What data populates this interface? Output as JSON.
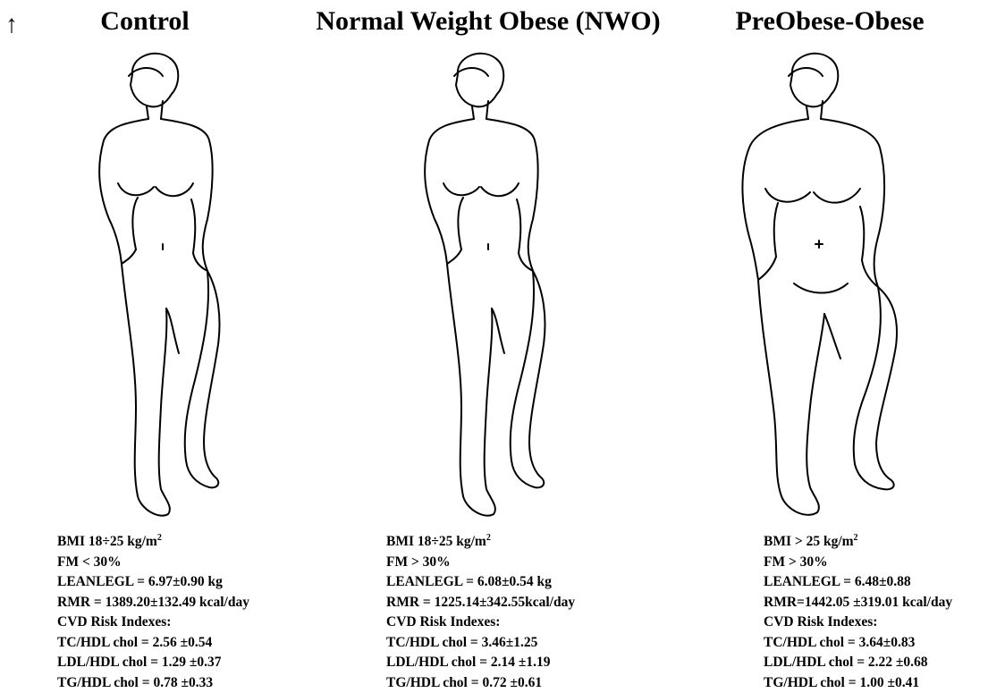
{
  "arrow_glyph": "↑",
  "panels": [
    {
      "title": "Control",
      "stats": {
        "bmi": "BMI 18÷25 kg/m",
        "bmi_sup": "2",
        "fm": "FM < 30%",
        "leanlegl": "LEANLEGL = 6.97±0.90 kg",
        "rmr": "RMR = 1389.20±132.49 kcal/day",
        "cvd": "CVD Risk Indexes:",
        "tc_hdl": "TC/HDL chol = 2.56 ±0.54",
        "ldl_hdl": "LDL/HDL chol = 1.29 ±0.37",
        "tg_hdl": "TG/HDL chol = 0.78 ±0.33"
      }
    },
    {
      "title": "Normal Weight Obese (NWO)",
      "stats": {
        "bmi": "BMI 18÷25 kg/m",
        "bmi_sup": "2",
        "fm": "FM > 30%",
        "leanlegl": "LEANLEGL = 6.08±0.54 kg",
        "rmr": "RMR = 1225.14±342.55kcal/day",
        "cvd": "CVD Risk Indexes:",
        "tc_hdl": "TC/HDL chol = 3.46±1.25",
        "ldl_hdl": "LDL/HDL chol = 2.14 ±1.19",
        "tg_hdl": "TG/HDL chol = 0.72 ±0.61"
      }
    },
    {
      "title": "PreObese-Obese",
      "stats": {
        "bmi": "BMI > 25 kg/m",
        "bmi_sup": "2",
        "fm": "FM > 30%",
        "leanlegl": "LEANLEGL = 6.48±0.88",
        "rmr": "RMR=1442.05 ±319.01 kcal/day",
        "cvd": "CVD Risk Indexes:",
        "tc_hdl": "TC/HDL chol = 3.64±0.83",
        "ldl_hdl": "LDL/HDL chol = 2.22 ±0.68",
        "tg_hdl": "TG/HDL chol = 1.00 ±0.41"
      }
    }
  ]
}
